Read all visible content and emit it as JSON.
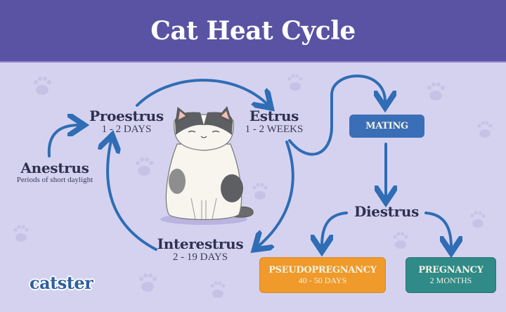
{
  "header": {
    "title": "Cat Heat Cycle"
  },
  "stages": {
    "anestrus": {
      "name": "Anestrus",
      "detail": "Periods of short daylight"
    },
    "proestrus": {
      "name": "Proestrus",
      "detail": "1 - 2 DAYS"
    },
    "estrus": {
      "name": "Estrus",
      "detail": "1 - 2 WEEKS"
    },
    "interestrus": {
      "name": "Interestrus",
      "detail": "2 - 19 DAYS"
    },
    "diestrus": {
      "name": "Diestrus"
    }
  },
  "boxes": {
    "mating": {
      "label": "MATING",
      "color": "#3a6fb8"
    },
    "pseudopregnancy": {
      "label": "PSEUDOPREGNANCY",
      "detail": "40 - 50 DAYS",
      "color": "#ef9a2a"
    },
    "pregnancy": {
      "label": "PREGNANCY",
      "detail": "2 MONTHS",
      "color": "#2f8a88"
    }
  },
  "colors": {
    "header_bg": "#5a53a3",
    "background": "#d5d2f0",
    "arrow": "#2f6db5",
    "text_dark": "#2f3150"
  },
  "illustration": "cat-sitting-eyes-closed",
  "brand": {
    "logo": "catster"
  }
}
